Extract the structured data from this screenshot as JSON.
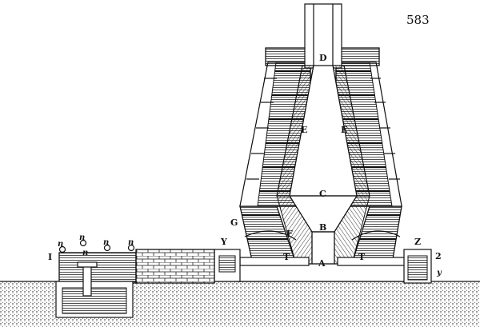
{
  "figure": {
    "plate_number": "583",
    "labels": {
      "D": "D",
      "E_left": "E",
      "E_right": "E",
      "C": "C",
      "B": "B",
      "F": "F",
      "G": "G",
      "A": "A",
      "T_left": "T",
      "T_right": "T",
      "Y": "Y",
      "Z": "Z",
      "I": "I",
      "n1": "n",
      "n2": "n",
      "n3": "n",
      "n4": "n",
      "n5": "n",
      "num2": "2",
      "y": "y"
    }
  }
}
